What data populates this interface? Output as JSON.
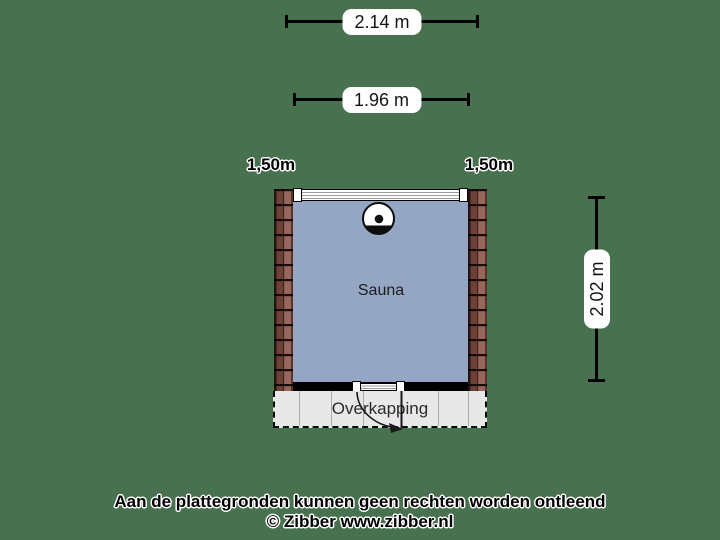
{
  "colors": {
    "background": "#47714F",
    "sauna_floor": "#94A6C4",
    "overkapping_floor": "#E8E8E8",
    "wall_brick_dark": "#6E4137",
    "wall_brick_light": "#96675A",
    "plan_line": "#000000",
    "dim_label_bg": "#FFFFFF"
  },
  "dimensions": {
    "top_outer": {
      "label": "2.14 m"
    },
    "top_inner": {
      "label": "1.96 m"
    },
    "right_side": {
      "label": "2.02 m"
    },
    "left_wall_height": {
      "label": "1,50m"
    },
    "right_wall_height": {
      "label": "1,50m"
    }
  },
  "rooms": {
    "sauna": {
      "label": "Sauna"
    },
    "overkapping": {
      "label": "Overkapping"
    }
  },
  "icons": {
    "stove": "sauna-stove-symbol",
    "door": "door-swing-symbol"
  },
  "footer": {
    "disclaimer": "Aan de plattegronden kunnen geen rechten worden ontleend",
    "credit": "© Zibber www.zibber.nl"
  }
}
